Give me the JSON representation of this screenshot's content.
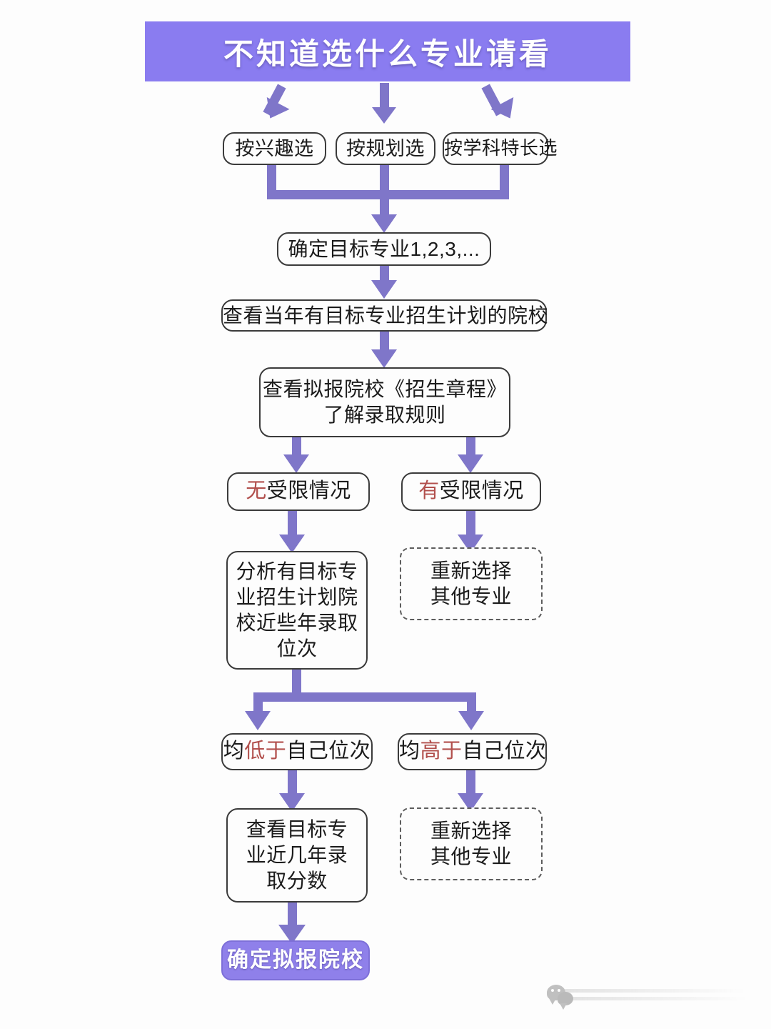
{
  "meta": {
    "background_color": "#fdfdfd",
    "accent_purple": "#8a7cf0",
    "connector_purple": "#7f76c9",
    "highlight_red": "#b2504d",
    "text_color": "#1b1b1b"
  },
  "banner": {
    "title": "不知道选什么专业请看"
  },
  "nodes": {
    "by_interest": {
      "label": "按兴趣选"
    },
    "by_plan": {
      "label": "按规划选"
    },
    "by_subject_strength": {
      "label": "按学科特长选"
    },
    "target_majors": {
      "label": "确定目标专业1,2,3,..."
    },
    "schools_with_plan": {
      "label": "查看当年有目标专业招生计划的院校"
    },
    "read_charter": {
      "line1": "查看拟报院校《招生章程》",
      "line2": "了解录取规则"
    },
    "no_restriction": {
      "prefix": "无",
      "rest": "受限情况"
    },
    "has_restriction": {
      "prefix": "有",
      "rest": "受限情况"
    },
    "analyze_rank": {
      "line1": "分析有目标专",
      "line2": "业招生计划院",
      "line3": "校近些年录取",
      "line4": "位次"
    },
    "reselect_major_1": {
      "line1": "重新选择",
      "line2": "其他专业"
    },
    "all_below_rank": {
      "pre": "均",
      "hl": "低于",
      "post": "自己位次"
    },
    "all_above_rank": {
      "pre": "均",
      "hl": "高于",
      "post": "自己位次"
    },
    "check_scores": {
      "line1": "查看目标专",
      "line2": "业近几年录",
      "line3": "取分数"
    },
    "reselect_major_2": {
      "line1": "重新选择",
      "line2": "其他专业"
    },
    "final_school": {
      "label": "确定拟报院校"
    }
  },
  "watermark": {
    "icon": "wechat-bubble-icon"
  }
}
